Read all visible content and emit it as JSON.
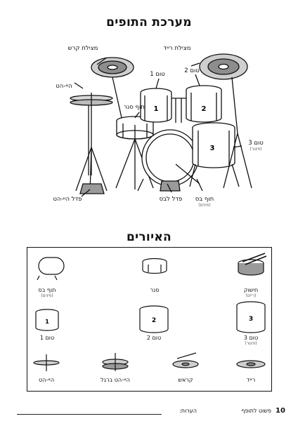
{
  "page": {
    "title": "מערכת התופים",
    "legend_title": "האיורים",
    "page_number": "10",
    "book_title": "פשוט לתופף",
    "notes_label": "הערות:"
  },
  "diagram_labels": {
    "crash": "מצילת קרש",
    "ride": "מצילת רייד",
    "hihat": "היי-הט",
    "tom1": "טום 1",
    "tom2": "טום 2",
    "snare": "תוף סנר",
    "tom3": "טום 3",
    "tom3_sub": "(פיגור)",
    "bass": "תוף בס",
    "bass_sub": "(פינים)",
    "bass_pedal": "פדל לבס",
    "hihat_pedal": "פדל היי-הט",
    "drum_num_1": "1",
    "drum_num_2": "2",
    "drum_num_3": "3"
  },
  "legend": {
    "bass": "תוף בס",
    "bass_sub": "(פינים)",
    "snare": "סנר",
    "floor": "חישוק",
    "floor_sub": "(ריים)",
    "tom1": "טום 1",
    "tom2": "טום 2",
    "tom3": "טום 3",
    "tom3_sub": "(פיגור)",
    "hihat": "היי-הט",
    "hihat_foot": "היי-הט ברגל",
    "crash": "קראש",
    "ride": "רייד",
    "num_1": "1",
    "num_2": "2",
    "num_3": "3"
  }
}
